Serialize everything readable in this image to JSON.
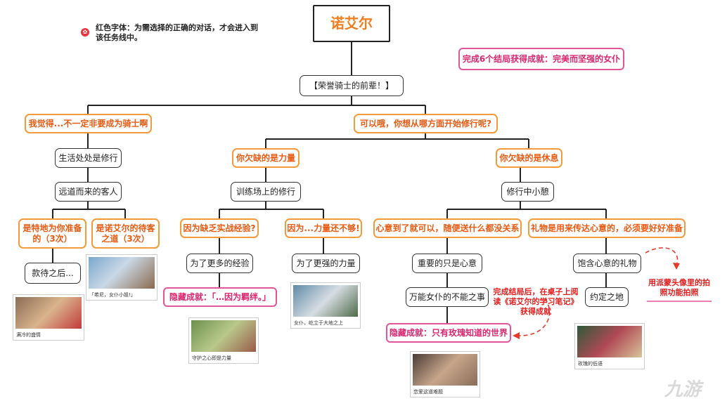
{
  "legend": {
    "icon": "red-star-icon",
    "text_line1": "红色字体：为需选择的正确的对话，才会进入到",
    "text_line2": "该任务线中。"
  },
  "title": "诺艾尔",
  "achievement_main": "完成6个结局获得成就：完美而坚强的女仆",
  "root": "【荣誉骑士的前辈！】",
  "branch_left": "我觉得...不一定非要成为骑士啊",
  "branch_right": "可以哦，你想从哪方面开始修行呢?",
  "l_node1": "生活处处是修行",
  "l_node2": "远道而来的客人",
  "l_opt_a": "是特地为你准备的（3次）",
  "l_opt_b": "是诺艾尔的待客之道（3次）",
  "l_end": "款待之后...",
  "m_choice": "你欠缺的是力量",
  "m_node": "训练场上的修行",
  "m_opt_a": "因为缺乏实战经验?",
  "m_opt_b": "因为...力量还不够!",
  "m_end_a": "为了更多的经验",
  "m_end_b": "为了更强的力量",
  "m_hidden": "隐藏成就：「…因为羁绊。」",
  "r_choice": "你欠缺的是休息",
  "r_node": "修行中小憩",
  "r_opt_a": "心意到了就可以，随便送什么都没关系",
  "r_opt_b": "礼物是用来传达心意的，必须要好好准备",
  "r_a1": "重要的只是心意",
  "r_a2": "万能女仆的不能之事",
  "r_b1": "饱含心意的礼物",
  "r_b2": "约定之地",
  "r_hidden": "隐藏成就：只有玫瑰知道的世界",
  "note_notes": "完成结局后，在桌子上阅读《诺艾尔的学习笔记》获得成就",
  "note_camera": "用派蒙头像里的拍照功能拍照",
  "thumbs": {
    "t1": "满冷的盛情",
    "t2": "「希尼，女仆小姐!」",
    "t3": "守护之心即是力量",
    "t4": "女仆，屹立于大地之上",
    "t5": "恋爱这道难题",
    "t6": "玫瑰的低语"
  },
  "watermark": "九游",
  "colors": {
    "orange_border": "#f39a3a",
    "orange_text": "#e85a12",
    "pink": "#e2559b",
    "red_note": "#e21c1c"
  }
}
